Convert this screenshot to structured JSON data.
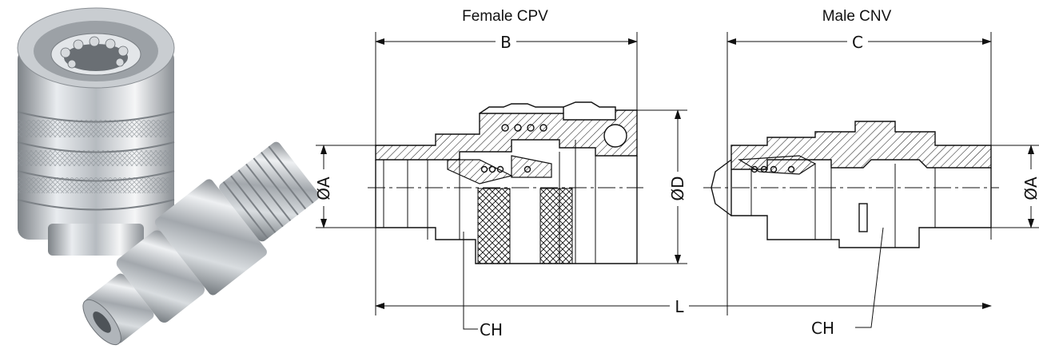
{
  "titles": {
    "female": "Female CPV",
    "male": "Male CNV"
  },
  "dimensions": {
    "b": "B",
    "c": "C",
    "l": "L",
    "d_female": "ØD",
    "a_female": "ØA",
    "a_male": "ØA",
    "ch_female": "CH",
    "ch_male": "CH"
  }
}
